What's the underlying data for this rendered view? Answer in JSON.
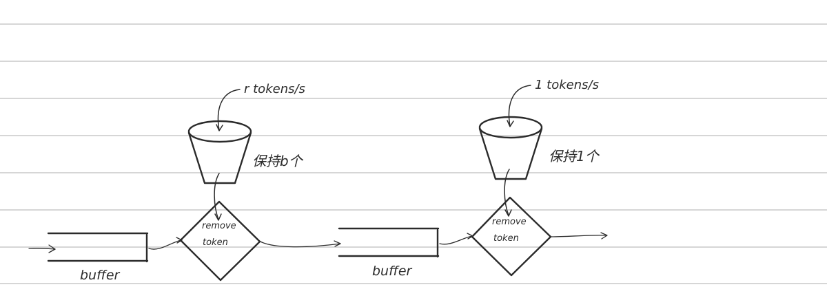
{
  "stage1": {
    "rate_label": "r tokens/s",
    "bucket_note": "保持b个",
    "action_line1": "remove",
    "action_line2": "token",
    "buffer_label": "buffer"
  },
  "stage2": {
    "rate_label": "1 tokens/s",
    "bucket_note": "保持1个",
    "action_line1": "remove",
    "action_line2": "token",
    "buffer_label": "buffer"
  },
  "colors": {
    "ink": "#2b2b2b",
    "paper_rule": "#d6d6d6",
    "background": "#ffffff"
  }
}
